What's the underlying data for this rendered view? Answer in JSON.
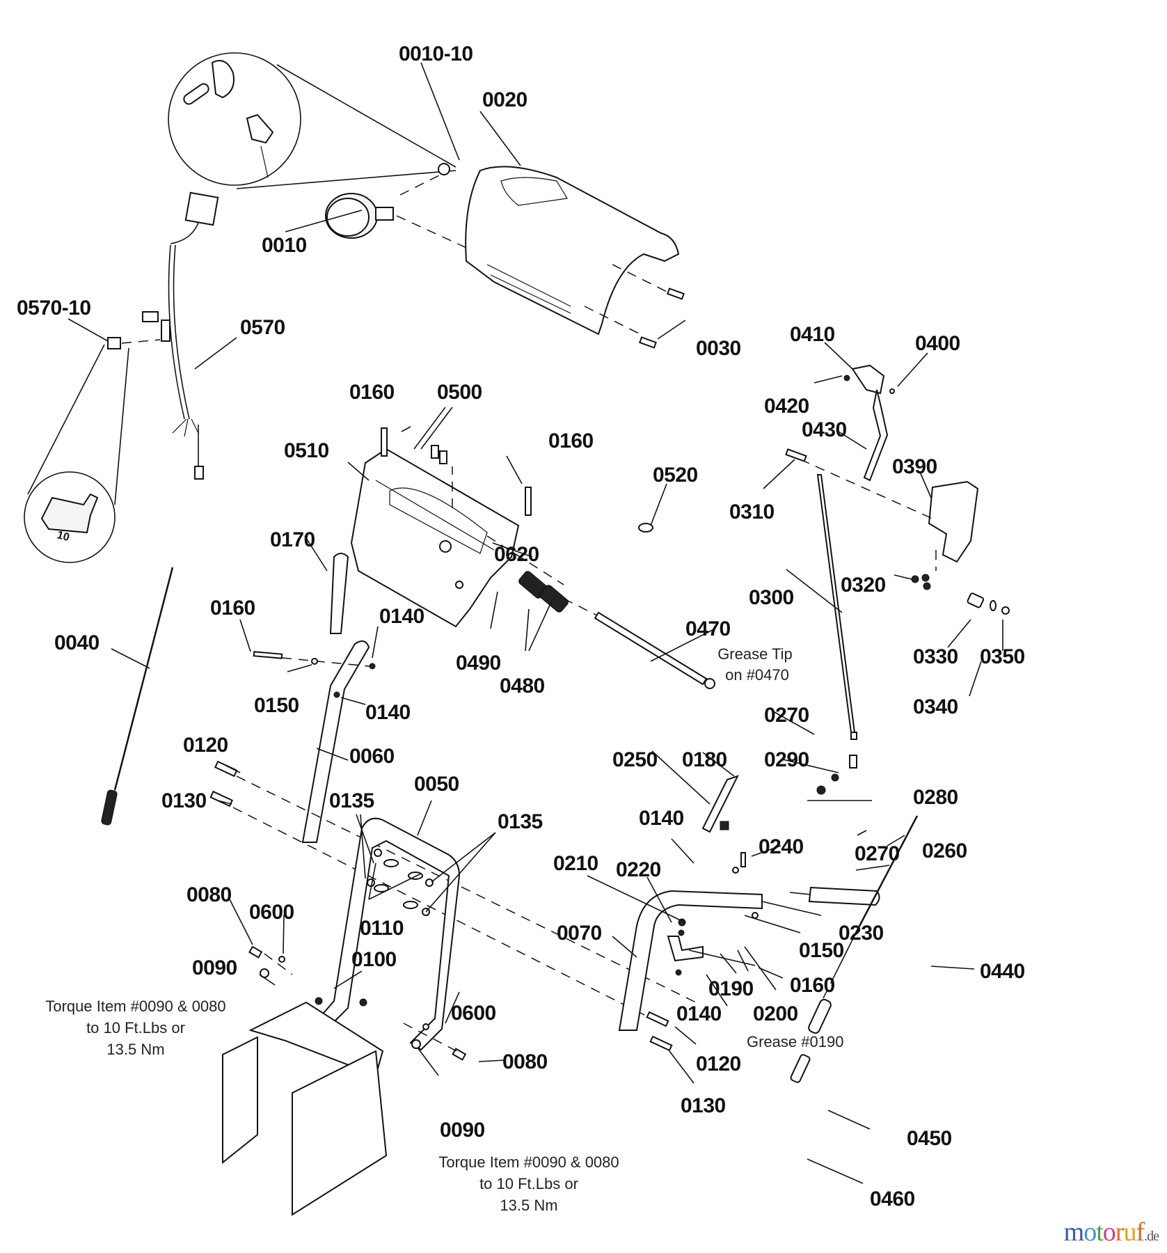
{
  "diagram": {
    "title": "Snow thrower handle / dash panel exploded parts diagram",
    "callouts": [
      {
        "id": "c-0010-10",
        "text": "0010-10"
      },
      {
        "id": "c-0020",
        "text": "0020"
      },
      {
        "id": "c-0010",
        "text": "0010"
      },
      {
        "id": "c-0570-10",
        "text": "0570-10"
      },
      {
        "id": "c-0570",
        "text": "0570"
      },
      {
        "id": "c-0030",
        "text": "0030"
      },
      {
        "id": "c-0410",
        "text": "0410"
      },
      {
        "id": "c-0400",
        "text": "0400"
      },
      {
        "id": "c-0420",
        "text": "0420"
      },
      {
        "id": "c-0430",
        "text": "0430"
      },
      {
        "id": "c-0390",
        "text": "0390"
      },
      {
        "id": "c-0310",
        "text": "0310"
      },
      {
        "id": "c-0160a",
        "text": "0160"
      },
      {
        "id": "c-0500",
        "text": "0500"
      },
      {
        "id": "c-0160b",
        "text": "0160"
      },
      {
        "id": "c-0510",
        "text": "0510"
      },
      {
        "id": "c-0520",
        "text": "0520"
      },
      {
        "id": "c-0620",
        "text": "0620"
      },
      {
        "id": "c-0170",
        "text": "0170"
      },
      {
        "id": "c-0320",
        "text": "0320"
      },
      {
        "id": "c-0300",
        "text": "0300"
      },
      {
        "id": "c-0160c",
        "text": "0160"
      },
      {
        "id": "c-0140a",
        "text": "0140"
      },
      {
        "id": "c-0040",
        "text": "0040"
      },
      {
        "id": "c-0470",
        "text": "0470"
      },
      {
        "id": "c-0330",
        "text": "0330"
      },
      {
        "id": "c-0350",
        "text": "0350"
      },
      {
        "id": "c-0490",
        "text": "0490"
      },
      {
        "id": "c-0480",
        "text": "0480"
      },
      {
        "id": "c-0150a",
        "text": "0150"
      },
      {
        "id": "c-0140b",
        "text": "0140"
      },
      {
        "id": "c-0340",
        "text": "0340"
      },
      {
        "id": "c-0270a",
        "text": "0270"
      },
      {
        "id": "c-0120a",
        "text": "0120"
      },
      {
        "id": "c-0060",
        "text": "0060"
      },
      {
        "id": "c-0250",
        "text": "0250"
      },
      {
        "id": "c-0180",
        "text": "0180"
      },
      {
        "id": "c-0290",
        "text": "0290"
      },
      {
        "id": "c-0050",
        "text": "0050"
      },
      {
        "id": "c-0130a",
        "text": "0130"
      },
      {
        "id": "c-0135a",
        "text": "0135"
      },
      {
        "id": "c-0280",
        "text": "0280"
      },
      {
        "id": "c-0135b",
        "text": "0135"
      },
      {
        "id": "c-0140c",
        "text": "0140"
      },
      {
        "id": "c-0240",
        "text": "0240"
      },
      {
        "id": "c-0270b",
        "text": "0270"
      },
      {
        "id": "c-0260",
        "text": "0260"
      },
      {
        "id": "c-0210",
        "text": "0210"
      },
      {
        "id": "c-0220",
        "text": "0220"
      },
      {
        "id": "c-0080a",
        "text": "0080"
      },
      {
        "id": "c-0600a",
        "text": "0600"
      },
      {
        "id": "c-0110",
        "text": "0110"
      },
      {
        "id": "c-0070",
        "text": "0070"
      },
      {
        "id": "c-0230",
        "text": "0230"
      },
      {
        "id": "c-0150b",
        "text": "0150"
      },
      {
        "id": "c-0090a",
        "text": "0090"
      },
      {
        "id": "c-0100",
        "text": "0100"
      },
      {
        "id": "c-0440",
        "text": "0440"
      },
      {
        "id": "c-0160d",
        "text": "0160"
      },
      {
        "id": "c-0190",
        "text": "0190"
      },
      {
        "id": "c-0140d",
        "text": "0140"
      },
      {
        "id": "c-0200",
        "text": "0200"
      },
      {
        "id": "c-0600b",
        "text": "0600"
      },
      {
        "id": "c-0080b",
        "text": "0080"
      },
      {
        "id": "c-0120b",
        "text": "0120"
      },
      {
        "id": "c-0130b",
        "text": "0130"
      },
      {
        "id": "c-0090b",
        "text": "0090"
      },
      {
        "id": "c-0450",
        "text": "0450"
      },
      {
        "id": "c-0460",
        "text": "0460"
      }
    ],
    "notes": {
      "grease_tip": [
        "Grease Tip",
        "on #0470"
      ],
      "grease_0190": "Grease #0190",
      "torque_left": [
        "Torque Item #0090 & 0080",
        "to 10 Ft.Lbs or",
        "13.5 Nm"
      ],
      "torque_bottom": [
        "Torque Item #0090 & 0080",
        "to 10 Ft.Lbs or",
        "13.5 Nm"
      ]
    },
    "fuse_rating": "10"
  },
  "watermark": {
    "letters": [
      {
        "ch": "m",
        "color": "#3b5aa8"
      },
      {
        "ch": "o",
        "color": "#4a8fd0"
      },
      {
        "ch": "t",
        "color": "#3ea64a"
      },
      {
        "ch": "o",
        "color": "#d0408a"
      },
      {
        "ch": "r",
        "color": "#e0702a"
      },
      {
        "ch": "u",
        "color": "#e8a020"
      },
      {
        "ch": "f",
        "color": "#d07020"
      }
    ],
    "suffix": ".de"
  }
}
